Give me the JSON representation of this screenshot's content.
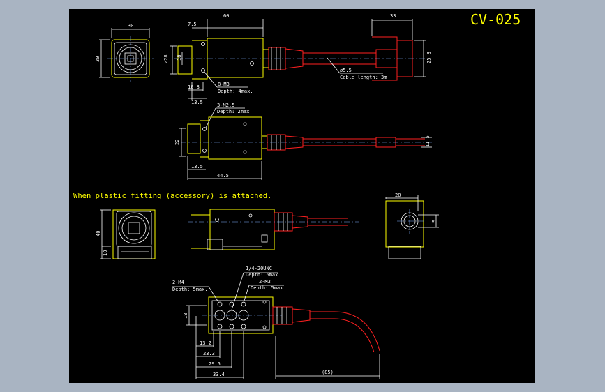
{
  "drawing": {
    "title": "CV-025",
    "note_accessory": "When plastic fitting (accessory) is attached.",
    "dims": {
      "top_front_width": "30",
      "top_front_height": "30",
      "body_length": "60",
      "offset_7_5": "7.5",
      "dia_28": "ø28",
      "dim_18": "18",
      "dim_10_8": "10.8",
      "dim_13_5": "13.5",
      "connector_width": "33",
      "connector_height": "25.8",
      "cable_dia": "ø5.5",
      "cable_length": "Cable length: 3m",
      "m3_holes": "8-M3",
      "m3_depth": "Depth: 4max.",
      "m25_holes": "3-M2.5",
      "m25_depth": "Depth: 2max.",
      "side_height": "22",
      "side_13_5": "13.5",
      "side_44_5": "44.5",
      "plug_11_5": "11.5",
      "acc_height": "40",
      "acc_base": "10",
      "acc_width": "20",
      "acc_hole": "9",
      "m4_holes": "2-M4",
      "m4_depth": "Depth: 5max.",
      "unc_hole": "1/4-20UNC",
      "unc_depth": "Depth: 6max.",
      "m3b_holes": "2-M3",
      "m3b_depth": "Depth: 5max.",
      "bot_18": "18",
      "bot_13_2": "13.2",
      "bot_23_3": "23.3",
      "bot_29_5": "29.5",
      "bot_33_4": "33.4",
      "bot_85": "(85)"
    }
  }
}
